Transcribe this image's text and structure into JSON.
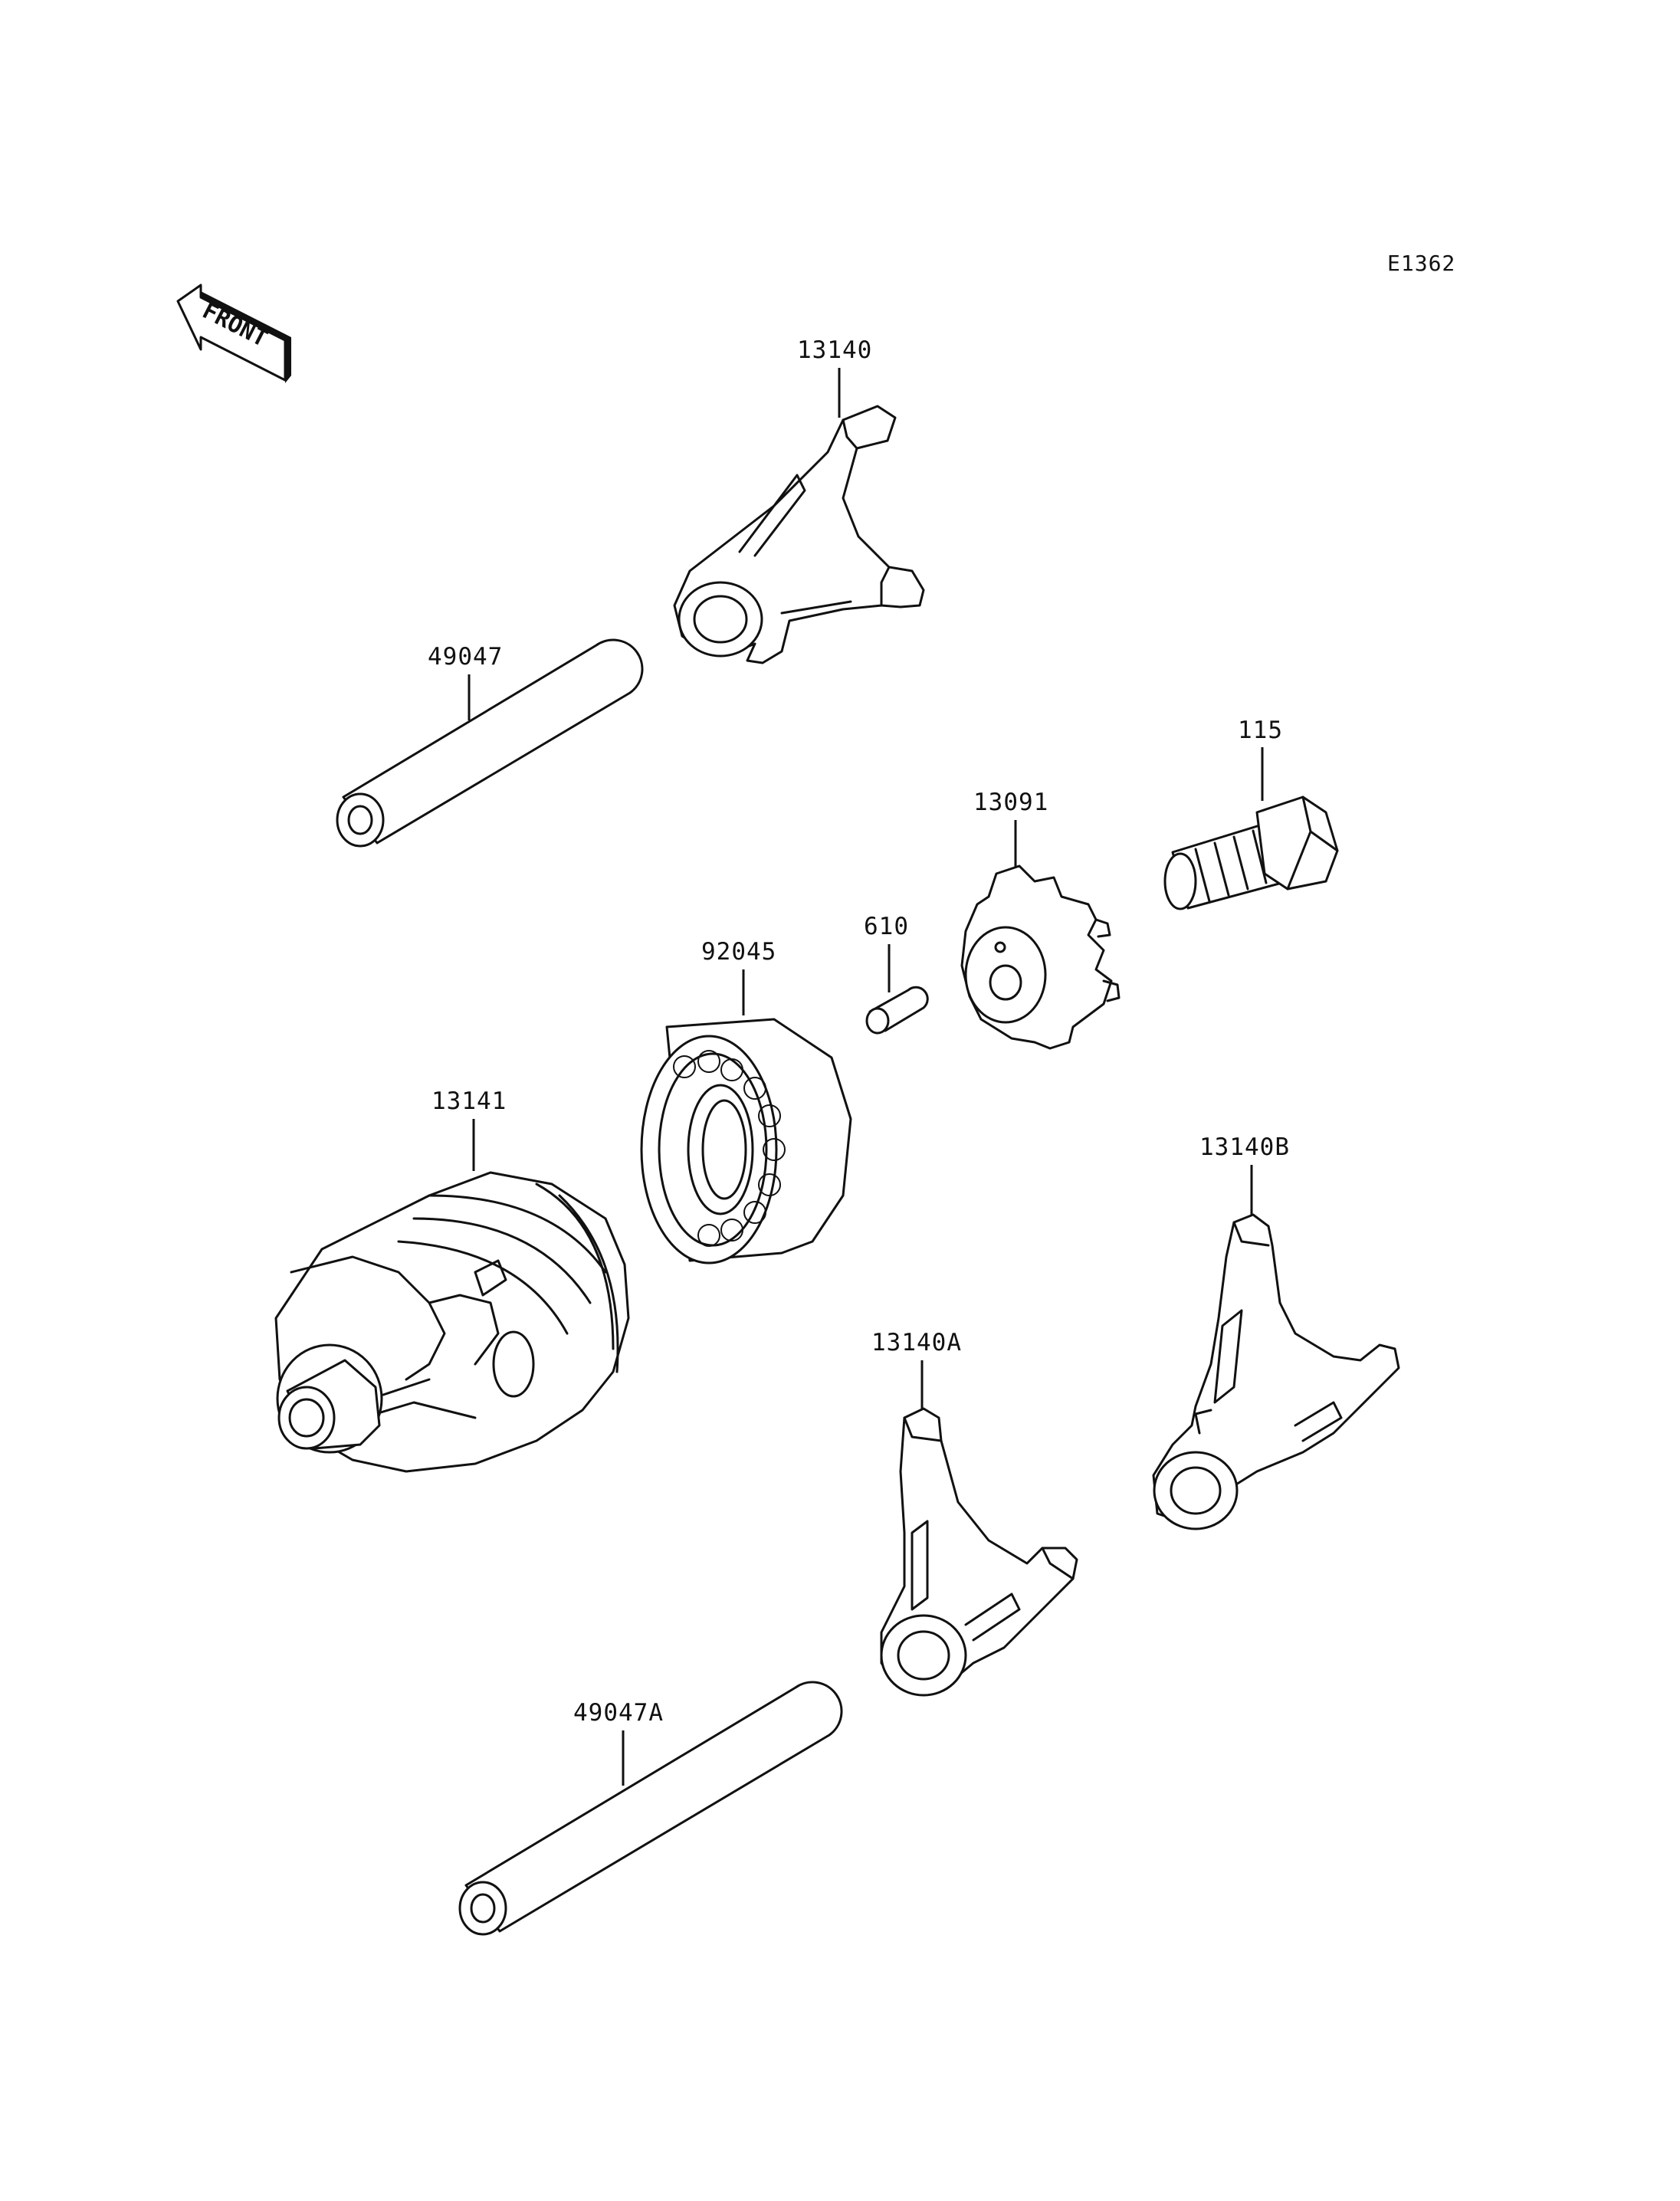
{
  "diagram_code": "E1362",
  "front_label": "FRONT",
  "parts": [
    {
      "id": "p13140",
      "number": "13140"
    },
    {
      "id": "p49047",
      "number": "49047"
    },
    {
      "id": "p115",
      "number": "115"
    },
    {
      "id": "p13091",
      "number": "13091"
    },
    {
      "id": "p610",
      "number": "610"
    },
    {
      "id": "p92045",
      "number": "92045"
    },
    {
      "id": "p13141",
      "number": "13141"
    },
    {
      "id": "p13140B",
      "number": "13140B"
    },
    {
      "id": "p13140A",
      "number": "13140A"
    },
    {
      "id": "p49047A",
      "number": "49047A"
    }
  ]
}
